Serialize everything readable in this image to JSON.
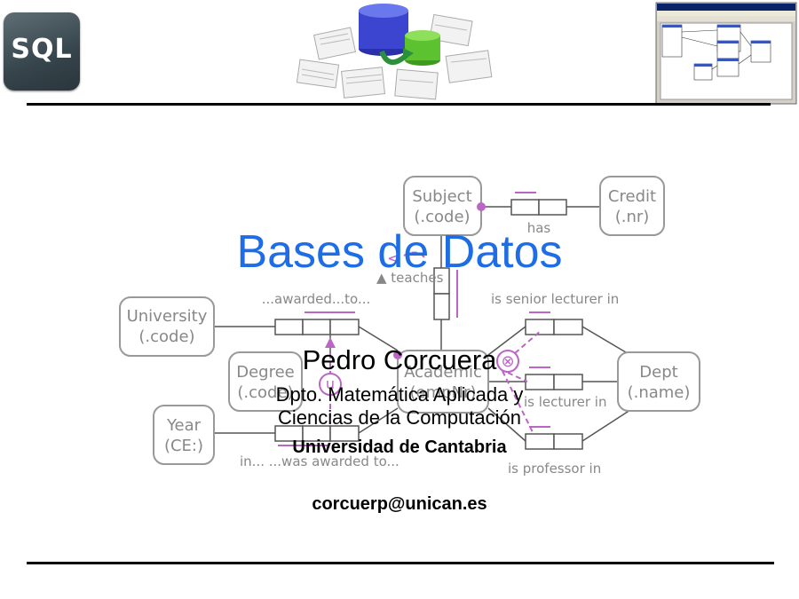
{
  "header": {
    "logo_text": "SQL"
  },
  "slide": {
    "title": "Bases de Datos",
    "author": "Pedro Corcuera",
    "dept_line1": "Dpto. Matemática Aplicada y",
    "dept_line2": "Ciencias de la Computación",
    "university": "Universidad de Cantabria",
    "email": "corcuerp@unican.es",
    "title_color": "#1e6de6"
  },
  "diagram": {
    "entities": {
      "subject": [
        "Subject",
        "(.code)"
      ],
      "credit": [
        "Credit",
        "(.nr)"
      ],
      "university": [
        "University",
        "(.code)"
      ],
      "degree": [
        "Degree",
        "(.code)"
      ],
      "academic": [
        "Academic",
        "(empNr)"
      ],
      "dept": [
        "Dept",
        "(.name)"
      ],
      "year": [
        "Year",
        "(CE:)"
      ]
    },
    "labels": {
      "has": "has",
      "teaches": "▲ teaches",
      "awarded": "...awarded...to...",
      "senior": "is senior lecturer in",
      "lecturer": "is lecturer in",
      "professor": "is professor in",
      "in_awarded": "in... ...was awarded to...",
      "constraint_u": "u",
      "constraint_x": "⊗",
      "constraint_lt": "<"
    }
  }
}
